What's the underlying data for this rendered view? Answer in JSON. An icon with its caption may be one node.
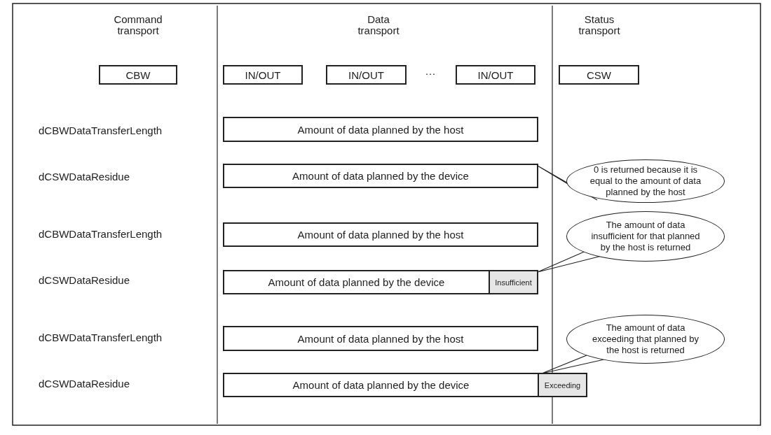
{
  "diagram": {
    "nodes": [
      {
        "text": [
          "CBW"
        ]
      },
      {
        "text": [
          "IN/OUT"
        ]
      },
      {
        "text": [
          "IN/OUT"
        ]
      },
      {
        "text": [
          "IN/OUT"
        ]
      },
      {
        "text": [
          "CSW"
        ]
      },
      {
        "text": [
          "Amount of data planned by the host"
        ]
      },
      {
        "text": [
          "Amount of data planned by the device"
        ]
      },
      {
        "text": [
          "0 is returned because it is equal to the amount of data planned by the host"
        ]
      },
      {
        "text": [
          "Amount of data planned by the host"
        ]
      },
      {
        "text": [
          "Amount of data planned by the device"
        ]
      },
      {
        "text": [
          "Insufficient"
        ]
      },
      {
        "text": [
          "The amount of data insufficient for that planned by the host is returned"
        ]
      },
      {
        "text": [
          "Amount of data planned by the host"
        ]
      },
      {
        "text": [
          "Amount of data planned by the device"
        ]
      },
      {
        "text": [
          "Exceeding"
        ]
      },
      {
        "text": [
          "The amount of data exceeding that planned by the host is returned"
        ]
      }
    ],
    "edges": [
      {
        "from": 7,
        "to": 6,
        "arrow": "none"
      },
      {
        "from": 11,
        "to": 10,
        "arrow": "none"
      },
      {
        "from": 15,
        "to": 14,
        "arrow": "none"
      }
    ],
    "labels": [
      "Command transport",
      "Data transport",
      "Status transport",
      "···",
      "dCBWDataTransferLength",
      "dCSWDataResidue",
      "dCBWDataTransferLength",
      "dCSWDataResidue",
      "dCBWDataTransferLength",
      "dCSWDataResidue"
    ]
  }
}
